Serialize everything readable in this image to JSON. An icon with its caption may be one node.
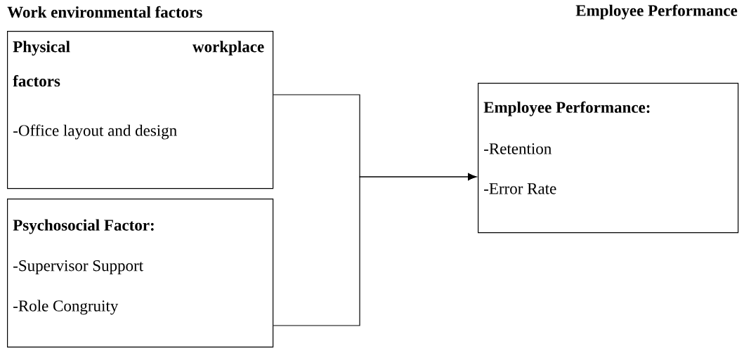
{
  "diagram": {
    "nodes": [
      {
        "text": [
          "Physical workplace factors",
          "-Office layout and design"
        ]
      },
      {
        "text": [
          "Psychosocial Factor:",
          "-Supervisor Support",
          "-Role Congruity"
        ]
      },
      {
        "text": [
          "Employee Performance:",
          "-Retention",
          "-Error Rate"
        ]
      }
    ],
    "edges": [
      {
        "from": 0,
        "to": 2,
        "arrow": "to"
      },
      {
        "from": 1,
        "to": 2,
        "arrow": "to"
      }
    ],
    "labels": [
      "Work environmental factors",
      "Employee Performance"
    ]
  }
}
